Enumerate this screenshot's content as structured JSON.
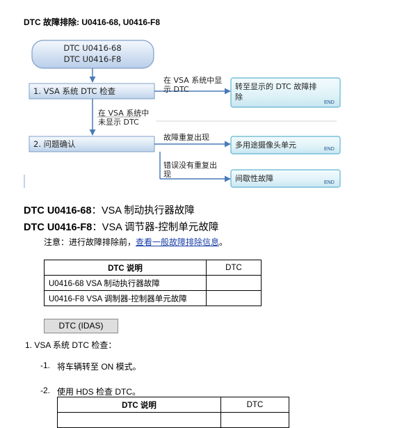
{
  "header": {
    "title": "DTC 故障排除: U0416-68, U0416-F8"
  },
  "flowchart": {
    "start": [
      "DTC U0416-68",
      "DTC U0416-F8"
    ],
    "box1": "1.  VSA 系统 DTC 检查",
    "box2": "2.  问题确认",
    "label_shown": [
      "在 VSA 系统中显",
      "示 DTC"
    ],
    "label_not_shown": [
      "在 VSA 系统中",
      "未显示 DTC"
    ],
    "label_recurs": "故障重复出现",
    "label_no_recur": [
      "错误没有重复出",
      "现"
    ],
    "end1": [
      "转至显示的 DTC 故障排",
      "除"
    ],
    "end2": "多用途摄像头单元",
    "end3": "间歇性故障",
    "end_tag": "END"
  },
  "dtc_lines": [
    {
      "code": "DTC U0416-68",
      "desc": "：VSA 制动执行器故障"
    },
    {
      "code": "DTC U0416-F8",
      "desc": "：VSA 调节器-控制单元故障"
    }
  ],
  "note": {
    "prefix": "注意：进行故障排除前，",
    "link": "查看一般故障排除信息",
    "suffix": "。"
  },
  "table1": {
    "headers": [
      "DTC 说明",
      "DTC"
    ],
    "rows": [
      [
        "U0416-68 VSA 制动执行器故障",
        ""
      ],
      [
        "U0416-F8 VSA 调制器-控制器单元故障",
        ""
      ]
    ]
  },
  "button": {
    "label": "DTC (IDAS)"
  },
  "steps": {
    "main": "1.  VSA 系统 DTC 检查：",
    "sub1_num": "-1.",
    "sub1_text": "将车辆转至 ON 模式。",
    "sub2_num": "-2.",
    "sub2_text": "使用 HDS 检查 DTC。"
  },
  "table2": {
    "headers": [
      "DTC 说明",
      "DTC"
    ]
  }
}
